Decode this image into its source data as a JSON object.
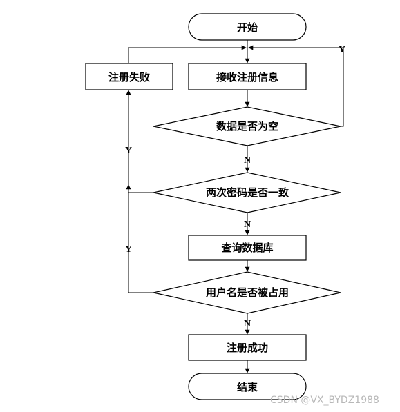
{
  "nodes": {
    "start": "开始",
    "receive": "接收注册信息",
    "fail": "注册失败",
    "empty_check": "数据是否为空",
    "password_check": "两次密码是否一致",
    "query": "查询数据库",
    "username_check": "用户名是否被占用",
    "success": "注册成功",
    "end": "结束"
  },
  "labels": {
    "empty_yes": "Y",
    "empty_no": "N",
    "password_yes": "Y",
    "password_no": "N",
    "username_yes": "Y",
    "username_no": "N"
  },
  "watermark": "CSDN @VX_BYDZ1988"
}
